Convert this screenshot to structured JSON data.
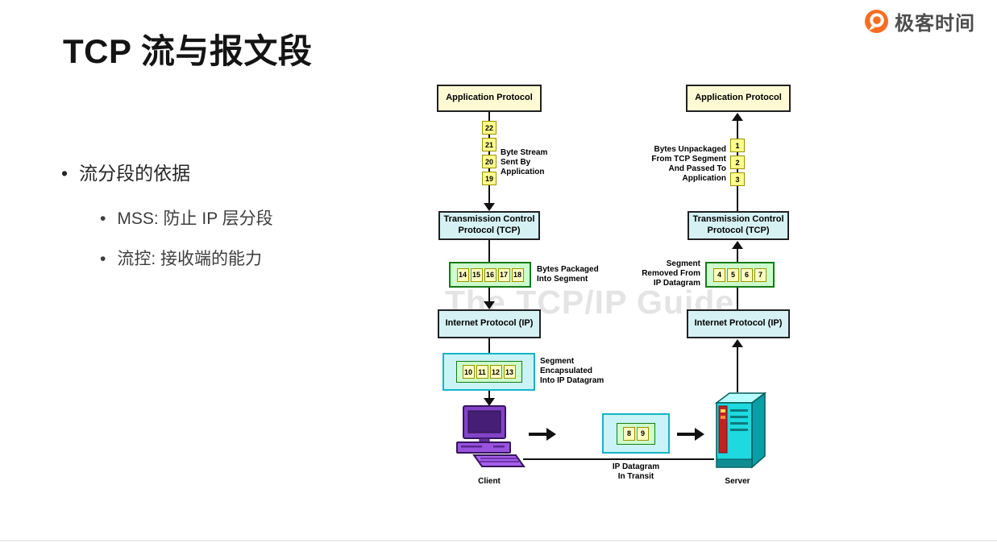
{
  "brand": {
    "name": "极客时间"
  },
  "slide": {
    "title": "TCP 流与报文段",
    "bullet_char": "•",
    "point": "流分段的依据",
    "subpoints": [
      "MSS: 防止 IP 层分段",
      "流控: 接收端的能力"
    ]
  },
  "diagram": {
    "watermark": "The TCP/IP Guide",
    "left": {
      "app": "Application Protocol",
      "bytes": [
        "22",
        "21",
        "20",
        "19"
      ],
      "bytes_label": "Byte Stream\nSent By\nApplication",
      "tcp": "Transmission Control\nProtocol (TCP)",
      "segment_bytes": [
        "14",
        "15",
        "16",
        "17",
        "18"
      ],
      "segment_label": "Bytes Packaged\nInto Segment",
      "ip": "Internet Protocol (IP)",
      "datagram_bytes": [
        "10",
        "11",
        "12",
        "13"
      ],
      "datagram_label": "Segment\nEncapsulated\nInto IP Datagram",
      "device": "Client"
    },
    "transit": {
      "bytes": [
        "8",
        "9"
      ],
      "label": "IP Datagram\nIn Transit"
    },
    "right": {
      "app": "Application Protocol",
      "bytes": [
        "1",
        "2",
        "3"
      ],
      "bytes_label": "Bytes Unpackaged\nFrom TCP Segment\nAnd Passed To\nApplication",
      "tcp": "Transmission Control\nProtocol (TCP)",
      "segment_bytes": [
        "4",
        "5",
        "6",
        "7"
      ],
      "segment_label": "Segment\nRemoved From\nIP Datagram",
      "ip": "Internet Protocol (IP)",
      "device": "Server"
    },
    "colors": {
      "brand_orange": "#F86E21",
      "app_box_bg": "#FEFAD4",
      "protocol_box_bg": "#D6F1F3",
      "byte_bg": "#FFFF8C",
      "segment_bg": "#CCFFCC",
      "segment_border": "#177A17",
      "datagram_bg": "#C9F3F6",
      "datagram_border": "#12B5C9",
      "client_purple": "#8343C8",
      "server_cyan": "#1ED9DF",
      "server_red_panel": "#C42020"
    }
  }
}
